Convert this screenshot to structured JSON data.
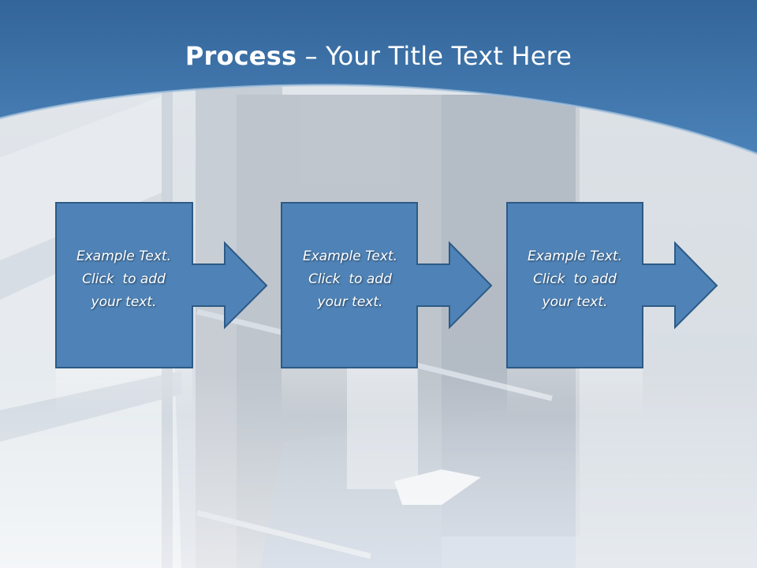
{
  "slide": {
    "title_bold": "Process",
    "title_rest": " – Your Title Text Here"
  },
  "steps": [
    {
      "line1": "Example Text.",
      "line2": "Click  to add",
      "line3": "your text."
    },
    {
      "line1": "Example Text.",
      "line2": "Click  to add",
      "line3": "your text."
    },
    {
      "line1": "Example Text.",
      "line2": "Click  to add",
      "line3": "your text."
    }
  ],
  "colors": {
    "header_blue": "#3f75a8",
    "box_fill": "#4f83b7",
    "box_border": "#2d5a85"
  }
}
